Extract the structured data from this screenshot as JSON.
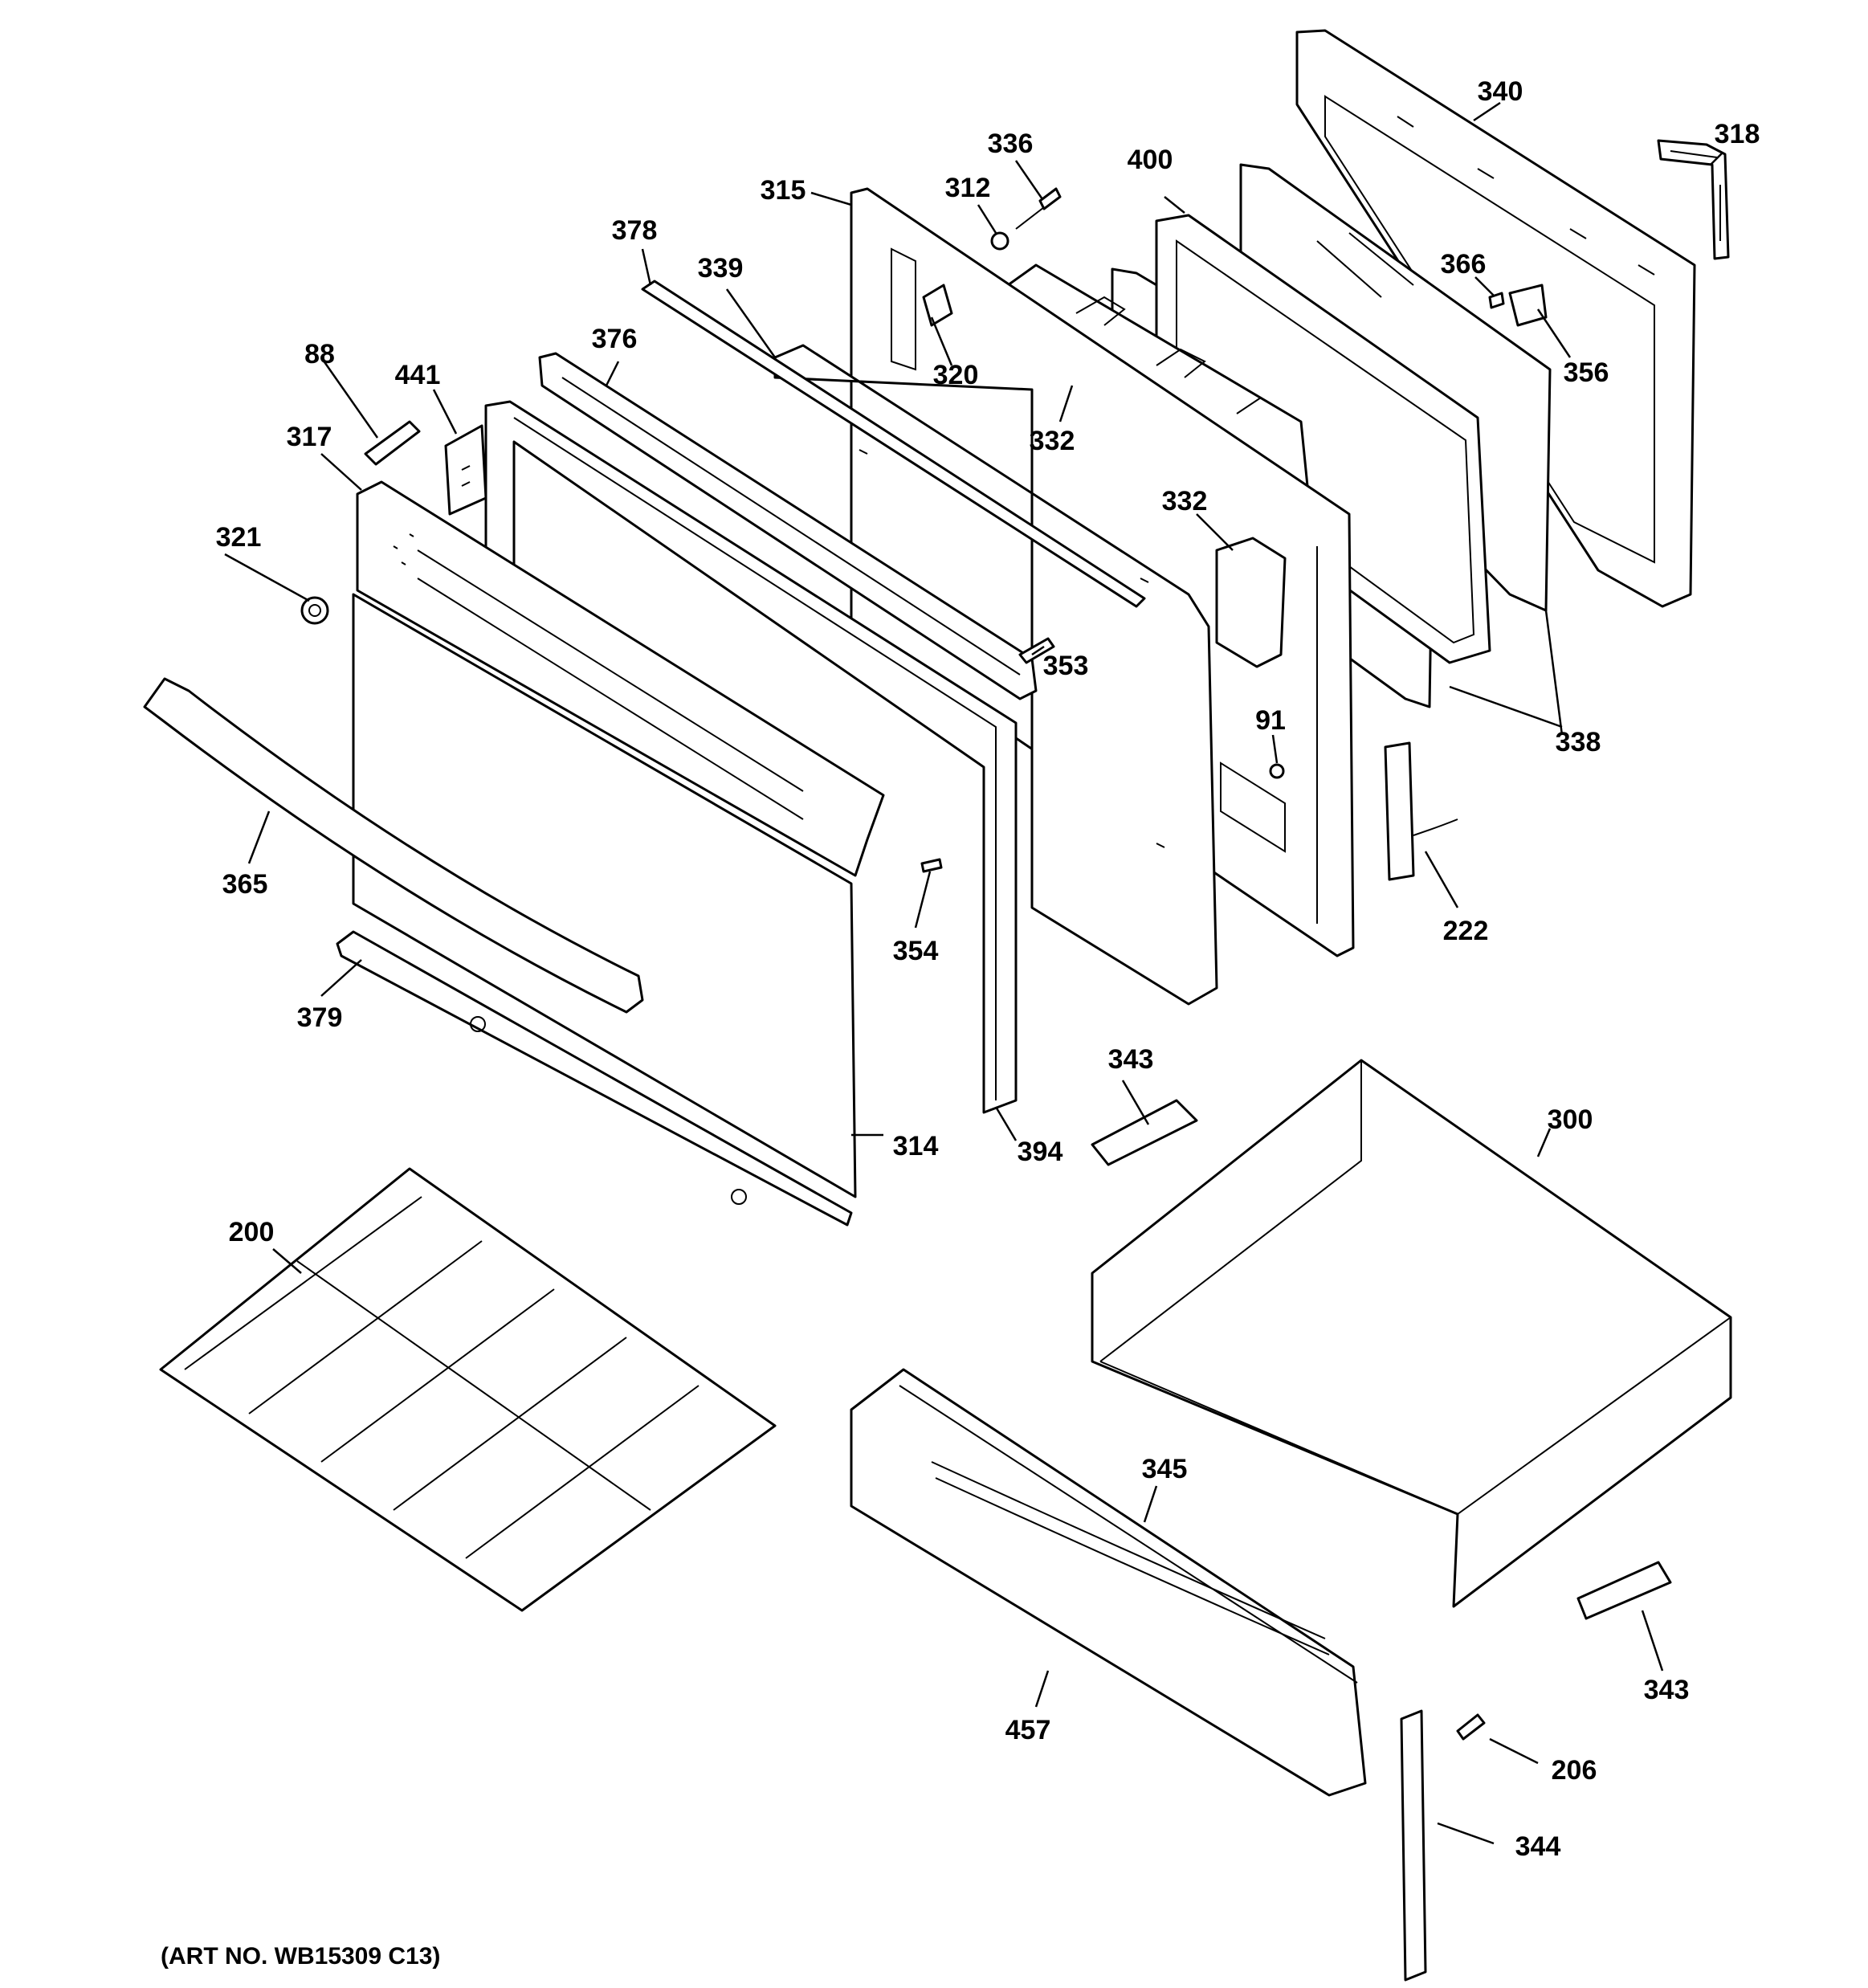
{
  "art_number": "(ART NO. WB15309 C13)",
  "callouts": [
    {
      "id": "c340",
      "label": "340"
    },
    {
      "id": "c318",
      "label": "318"
    },
    {
      "id": "c336",
      "label": "336"
    },
    {
      "id": "c400",
      "label": "400"
    },
    {
      "id": "c312",
      "label": "312"
    },
    {
      "id": "c315",
      "label": "315"
    },
    {
      "id": "c366",
      "label": "366"
    },
    {
      "id": "c378",
      "label": "378"
    },
    {
      "id": "c339",
      "label": "339"
    },
    {
      "id": "c356",
      "label": "356"
    },
    {
      "id": "c320",
      "label": "320"
    },
    {
      "id": "c376",
      "label": "376"
    },
    {
      "id": "c88",
      "label": "88"
    },
    {
      "id": "c441",
      "label": "441"
    },
    {
      "id": "c332a",
      "label": "332"
    },
    {
      "id": "c317",
      "label": "317"
    },
    {
      "id": "c332b",
      "label": "332"
    },
    {
      "id": "c321",
      "label": "321"
    },
    {
      "id": "c353",
      "label": "353"
    },
    {
      "id": "c338",
      "label": "338"
    },
    {
      "id": "c91",
      "label": "91"
    },
    {
      "id": "c365",
      "label": "365"
    },
    {
      "id": "c222",
      "label": "222"
    },
    {
      "id": "c354",
      "label": "354"
    },
    {
      "id": "c379",
      "label": "379"
    },
    {
      "id": "c343a",
      "label": "343"
    },
    {
      "id": "c300",
      "label": "300"
    },
    {
      "id": "c314",
      "label": "314"
    },
    {
      "id": "c394",
      "label": "394"
    },
    {
      "id": "c200",
      "label": "200"
    },
    {
      "id": "c345",
      "label": "345"
    },
    {
      "id": "c343b",
      "label": "343"
    },
    {
      "id": "c457",
      "label": "457"
    },
    {
      "id": "c206",
      "label": "206"
    },
    {
      "id": "c344",
      "label": "344"
    }
  ]
}
